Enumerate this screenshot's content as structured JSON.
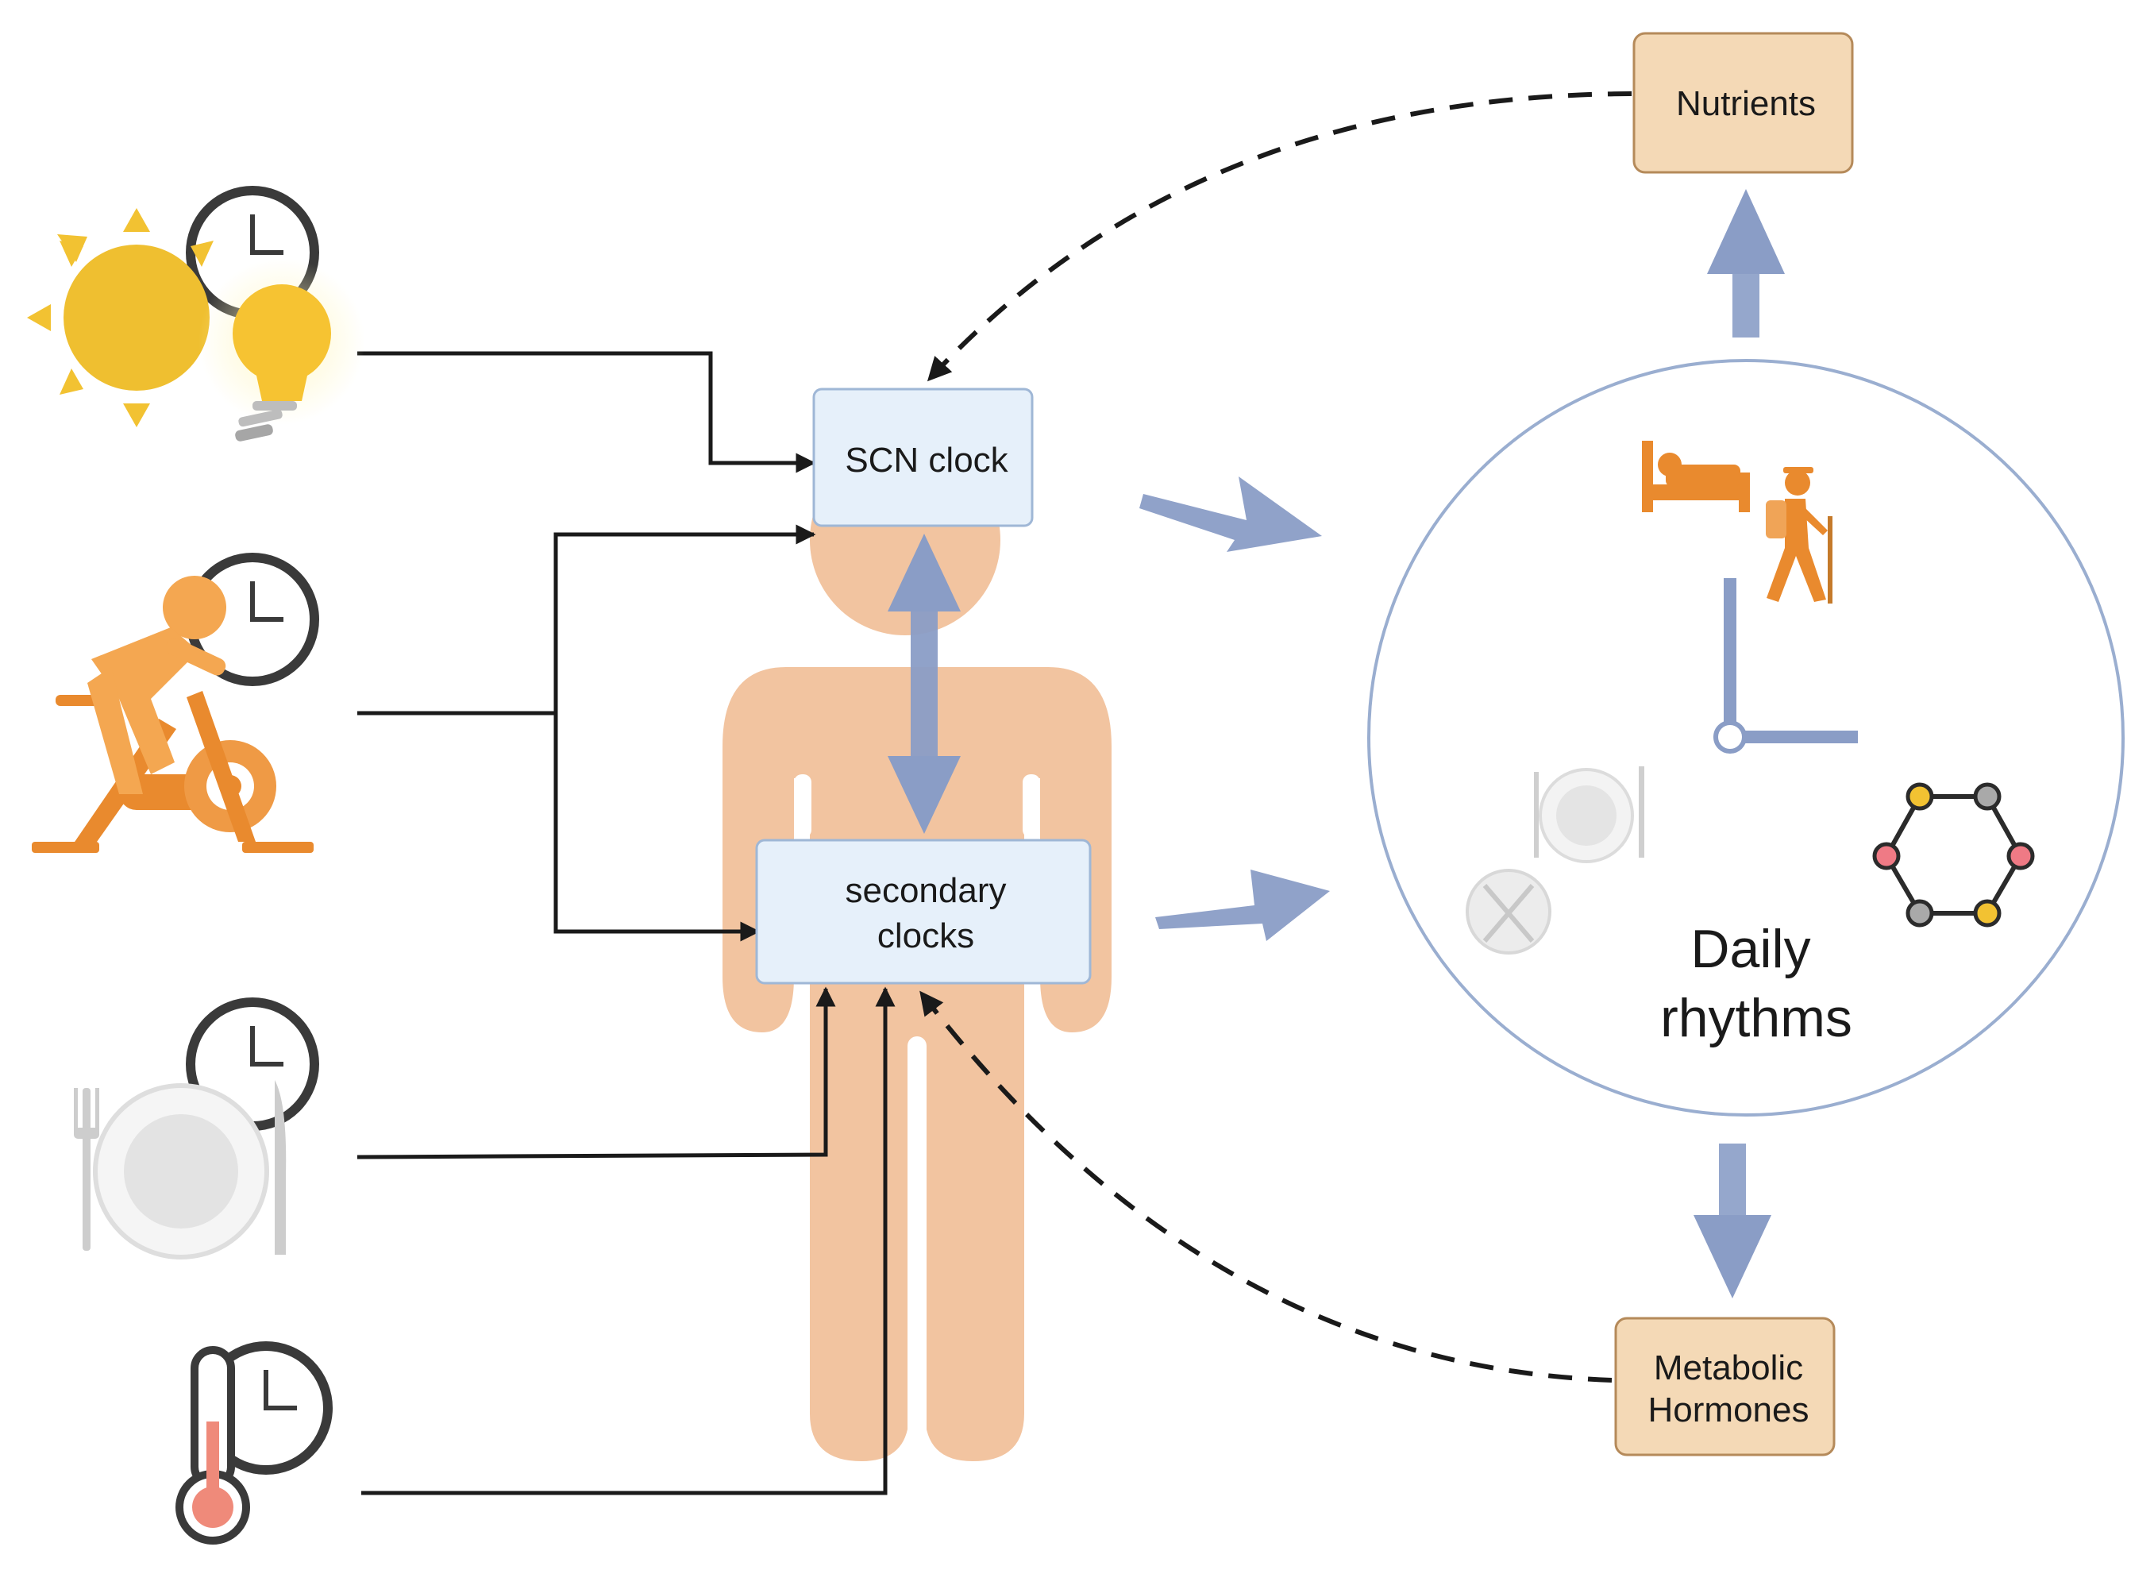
{
  "nodes": {
    "scn_clock": "SCN clock",
    "secondary_clocks": [
      "secondary",
      "clocks"
    ],
    "nutrients": "Nutrients",
    "metabolic_hormones": [
      "Metabolic",
      "Hormones"
    ],
    "daily_rhythms": [
      "Daily",
      "rhythms"
    ]
  },
  "inputs": [
    {
      "icon": "sun-lightbulb-clock-icon"
    },
    {
      "icon": "exercise-bike-clock-icon"
    },
    {
      "icon": "plate-cutlery-clock-icon"
    },
    {
      "icon": "thermometer-clock-icon"
    }
  ],
  "rhythm_icons": [
    "bed-icon",
    "hiker-icon",
    "clock-hands-icon",
    "plate-icon",
    "empty-plate-icon",
    "molecule-ring-icon"
  ],
  "colors": {
    "body": "#f2c4a0",
    "box_fill": "#e6f0fa",
    "box_stroke": "#9fb7d6",
    "hormone_box_fill": "#f4d9b6",
    "hormone_box_stroke": "#b58a5a",
    "flow_arrow": "#8a9dc6",
    "connector": "#1a1a1a",
    "circle_stroke": "#9aaed0",
    "sun": "#f2c232",
    "exercise": "#e98a2e"
  }
}
